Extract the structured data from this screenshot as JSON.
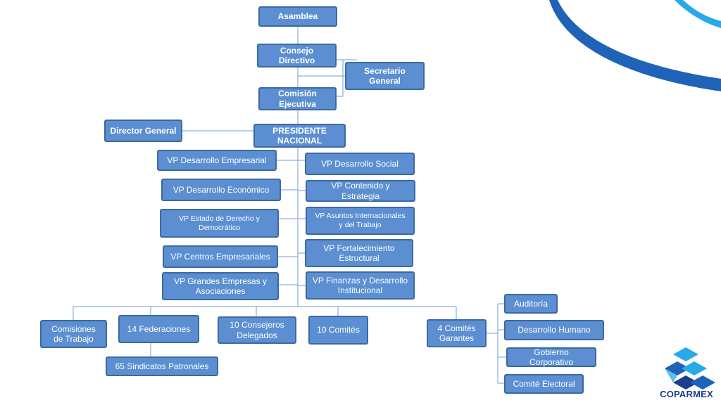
{
  "org_chart": {
    "asamblea": "Asamblea",
    "consejo_directivo": "Consejo\nDirectivo",
    "secretario_general": "Secretario\nGeneral",
    "comision_ejecutiva": "Comisión\nEjecutiva",
    "director_general": "Director General",
    "presidente_nacional": "PRESIDENTE\nNACIONAL",
    "vp_left": [
      "VP Desarrollo Empresarial",
      "VP Desarrollo Económico",
      "VP Estado de Derecho y\nDemocrático",
      "VP Centros Empresariales",
      "VP Grandes Empresas y\nAsociaciones"
    ],
    "vp_right": [
      "VP Desarrollo Social",
      "VP Contenido y\nEstrategia",
      "VP Asuntos Internacionales\ny del Trabajo",
      "VP Fortalecimiento\nEstructural",
      "VP Finanzas y Desarrollo\nInstitucional"
    ],
    "bottom": {
      "comisiones_trabajo": "Comisiones\nde  Trabajo",
      "federaciones": "14 Federaciones",
      "sindicatos": "65 Sindicatos  Patronales",
      "consejeros": "10 Consejeros\nDelegados",
      "comites": "10 Comités",
      "comites_garantes": "4 Comités\nGarantes",
      "garantes_list": [
        "Auditoría",
        "Desarrollo Humano",
        "Gobierno\nCorporativo",
        "Comité Electoral"
      ]
    }
  },
  "logo": {
    "text": "COPARMEX",
    "icon": "coparmex-logo-icon"
  },
  "colors": {
    "box_fill": "#5b8fd1",
    "box_border": "#3d69a3",
    "connector": "#6f9fd4",
    "accent_dark": "#1f63b8",
    "accent_light": "#28a9e8"
  }
}
